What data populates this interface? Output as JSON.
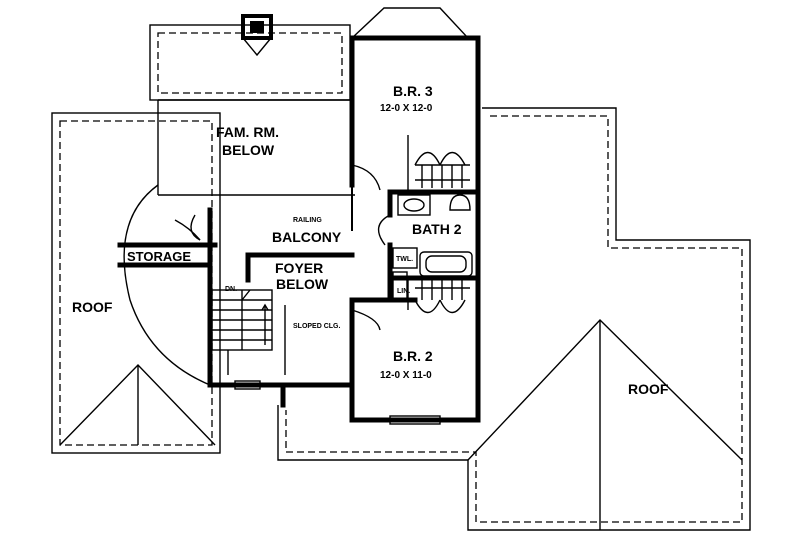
{
  "rooms": {
    "fam_rm": {
      "line1": "FAM. RM.",
      "line2": "BELOW"
    },
    "br3": {
      "name": "B.R. 3",
      "size": "12-0 X 12-0"
    },
    "br2": {
      "name": "B.R. 2",
      "size": "12-0 X 11-0"
    },
    "bath2": "BATH 2",
    "storage": "STORAGE",
    "balcony": "BALCONY",
    "foyer": {
      "line1": "FOYER",
      "line2": "BELOW"
    },
    "roof_left": "ROOF",
    "roof_right": "ROOF"
  },
  "notes": {
    "railing": "RAILING",
    "sloped_clg": "SLOPED CLG.",
    "dn": "DN.",
    "twl": "TWL.",
    "lin": "LIN."
  }
}
